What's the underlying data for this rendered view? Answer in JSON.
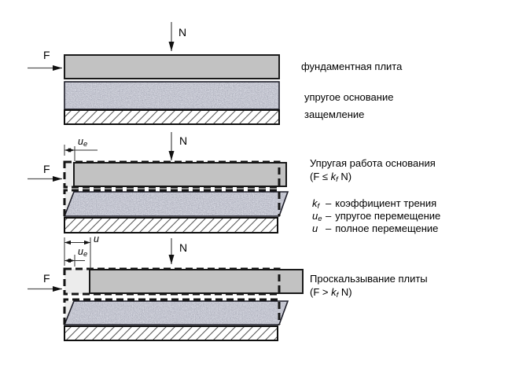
{
  "colors": {
    "plate": "#c2c2c2",
    "ghost": "#ececec",
    "line": "#111111",
    "base_tint": "#8f91a3"
  },
  "symbols": {
    "N": "N",
    "F": "F",
    "u": "u",
    "e": "e"
  },
  "top": {
    "plate_label": "фундаментная плита",
    "base_label": "упругое основание",
    "clamp_label": "защемление"
  },
  "middle": {
    "title": "Упругая работа основания",
    "formula": {
      "pre": "(F ≤ ",
      "k": "k",
      "sub": "f",
      "post": " N)"
    },
    "legend": [
      {
        "sym": "k",
        "sub": "f",
        "dash": "–",
        "text": "коэффициент трения"
      },
      {
        "sym": "u",
        "sub": "e",
        "dash": "–",
        "text": "упругое перемещение"
      },
      {
        "sym": "u",
        "sub": "",
        "dash": "–",
        "text": "полное перемещение"
      }
    ]
  },
  "bottom": {
    "title": "Проскальзывание плиты",
    "formula": {
      "pre": "(F > ",
      "k": "k",
      "sub": "f",
      "post": " N)"
    }
  }
}
